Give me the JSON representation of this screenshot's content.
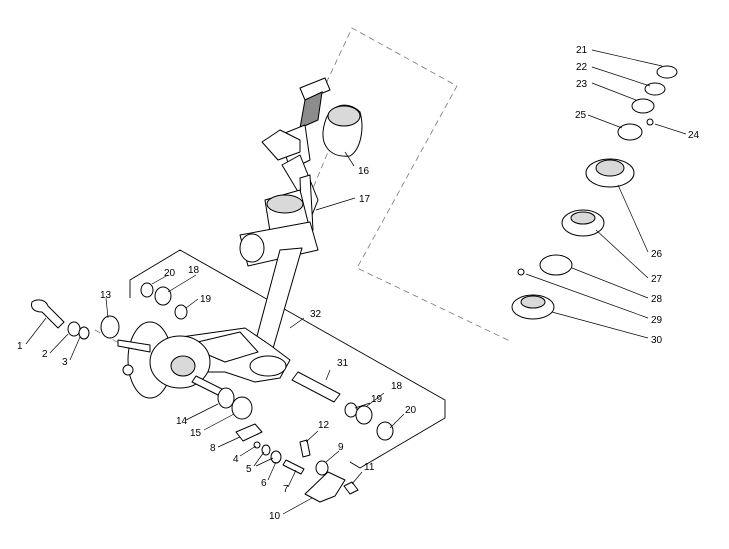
{
  "diagram": {
    "labels": {
      "p1": "1",
      "p2": "2",
      "p3": "3",
      "p4": "4",
      "p5": "5",
      "p6": "6",
      "p7": "7",
      "p8": "8",
      "p9": "9",
      "p10": "10",
      "p11": "11",
      "p12": "12",
      "p13": "13",
      "p14": "14",
      "p15": "15",
      "p16": "16",
      "p17": "17",
      "p18a": "18",
      "p18b": "18",
      "p19a": "19",
      "p19b": "19",
      "p20a": "20",
      "p20b": "20",
      "p21": "21",
      "p22": "22",
      "p23": "23",
      "p24": "24",
      "p25": "25",
      "p26": "26",
      "p27": "27",
      "p28": "28",
      "p29": "29",
      "p30": "30",
      "p31": "31",
      "p32": "32"
    }
  }
}
